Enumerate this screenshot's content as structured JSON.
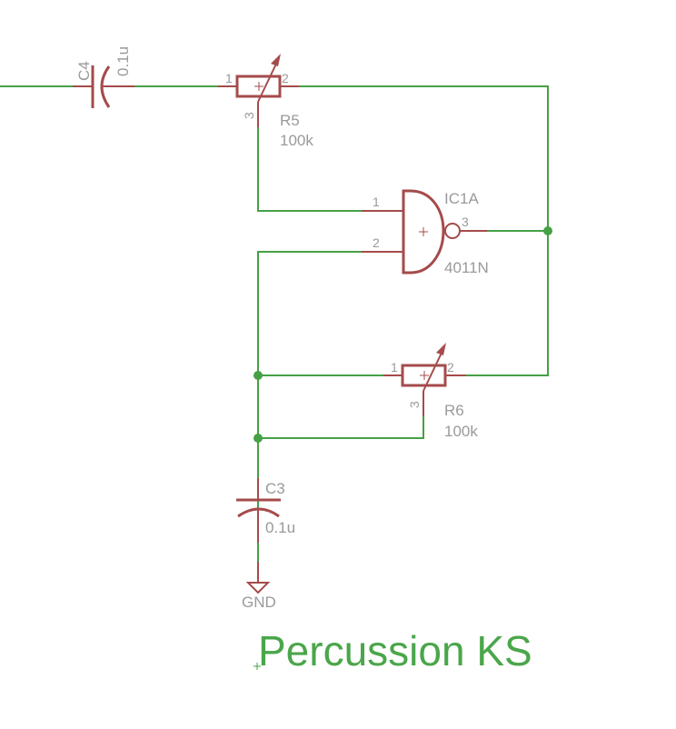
{
  "title": "Percussion KS",
  "colors": {
    "wire": "#46a046",
    "symbol": "#a54b4b",
    "label": "#9a9a9a",
    "title": "#4aa64a"
  },
  "components": {
    "c4": {
      "name": "C4",
      "value": "0.1u"
    },
    "c3": {
      "name": "C3",
      "value": "0.1u"
    },
    "r5": {
      "name": "R5",
      "value": "100k",
      "pins": [
        "1",
        "2",
        "3"
      ]
    },
    "r6": {
      "name": "R6",
      "value": "100k",
      "pins": [
        "1",
        "2",
        "3"
      ]
    },
    "ic1a": {
      "name": "IC1A",
      "value": "4011N",
      "pins": [
        "1",
        "2",
        "3"
      ]
    },
    "gnd": {
      "name": "GND"
    }
  }
}
